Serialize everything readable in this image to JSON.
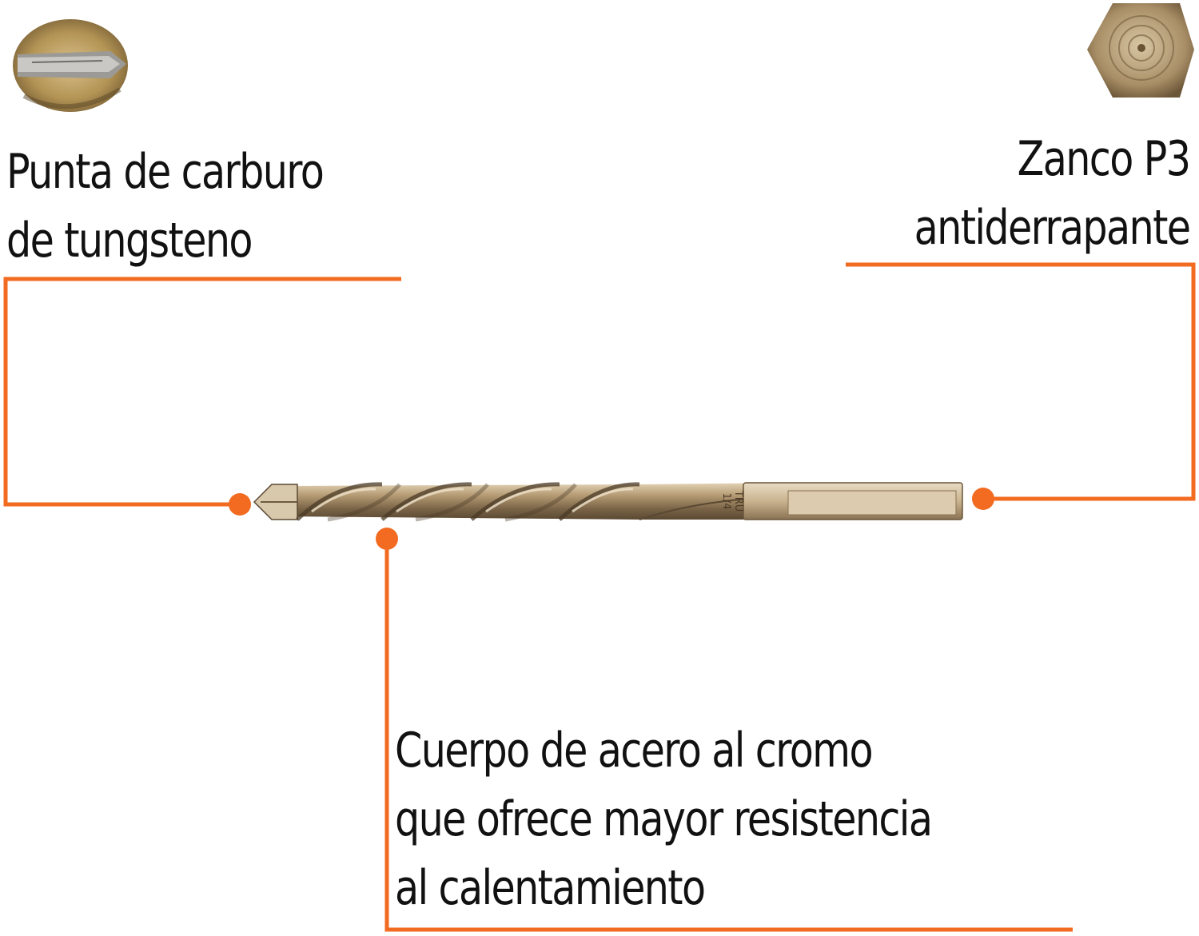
{
  "colors": {
    "accent": "#f26b21",
    "text": "#111111",
    "metal": "#b59a72",
    "background": "#ffffff"
  },
  "callouts": {
    "tip": {
      "lines": [
        "Punta de carburo",
        "de tungsteno"
      ]
    },
    "shank": {
      "lines": [
        "Zanco P3",
        "antiderrapante"
      ]
    },
    "body": {
      "lines": [
        "Cuerpo de acero al cromo",
        "que ofrece mayor resistencia",
        "al calentamiento"
      ]
    }
  },
  "drill_bit": {
    "markings": [
      "TRU",
      "1/4"
    ]
  },
  "thumbnails": {
    "tip_icon": "carbide-tip-closeup",
    "shank_icon": "hex-shank-end-view"
  }
}
